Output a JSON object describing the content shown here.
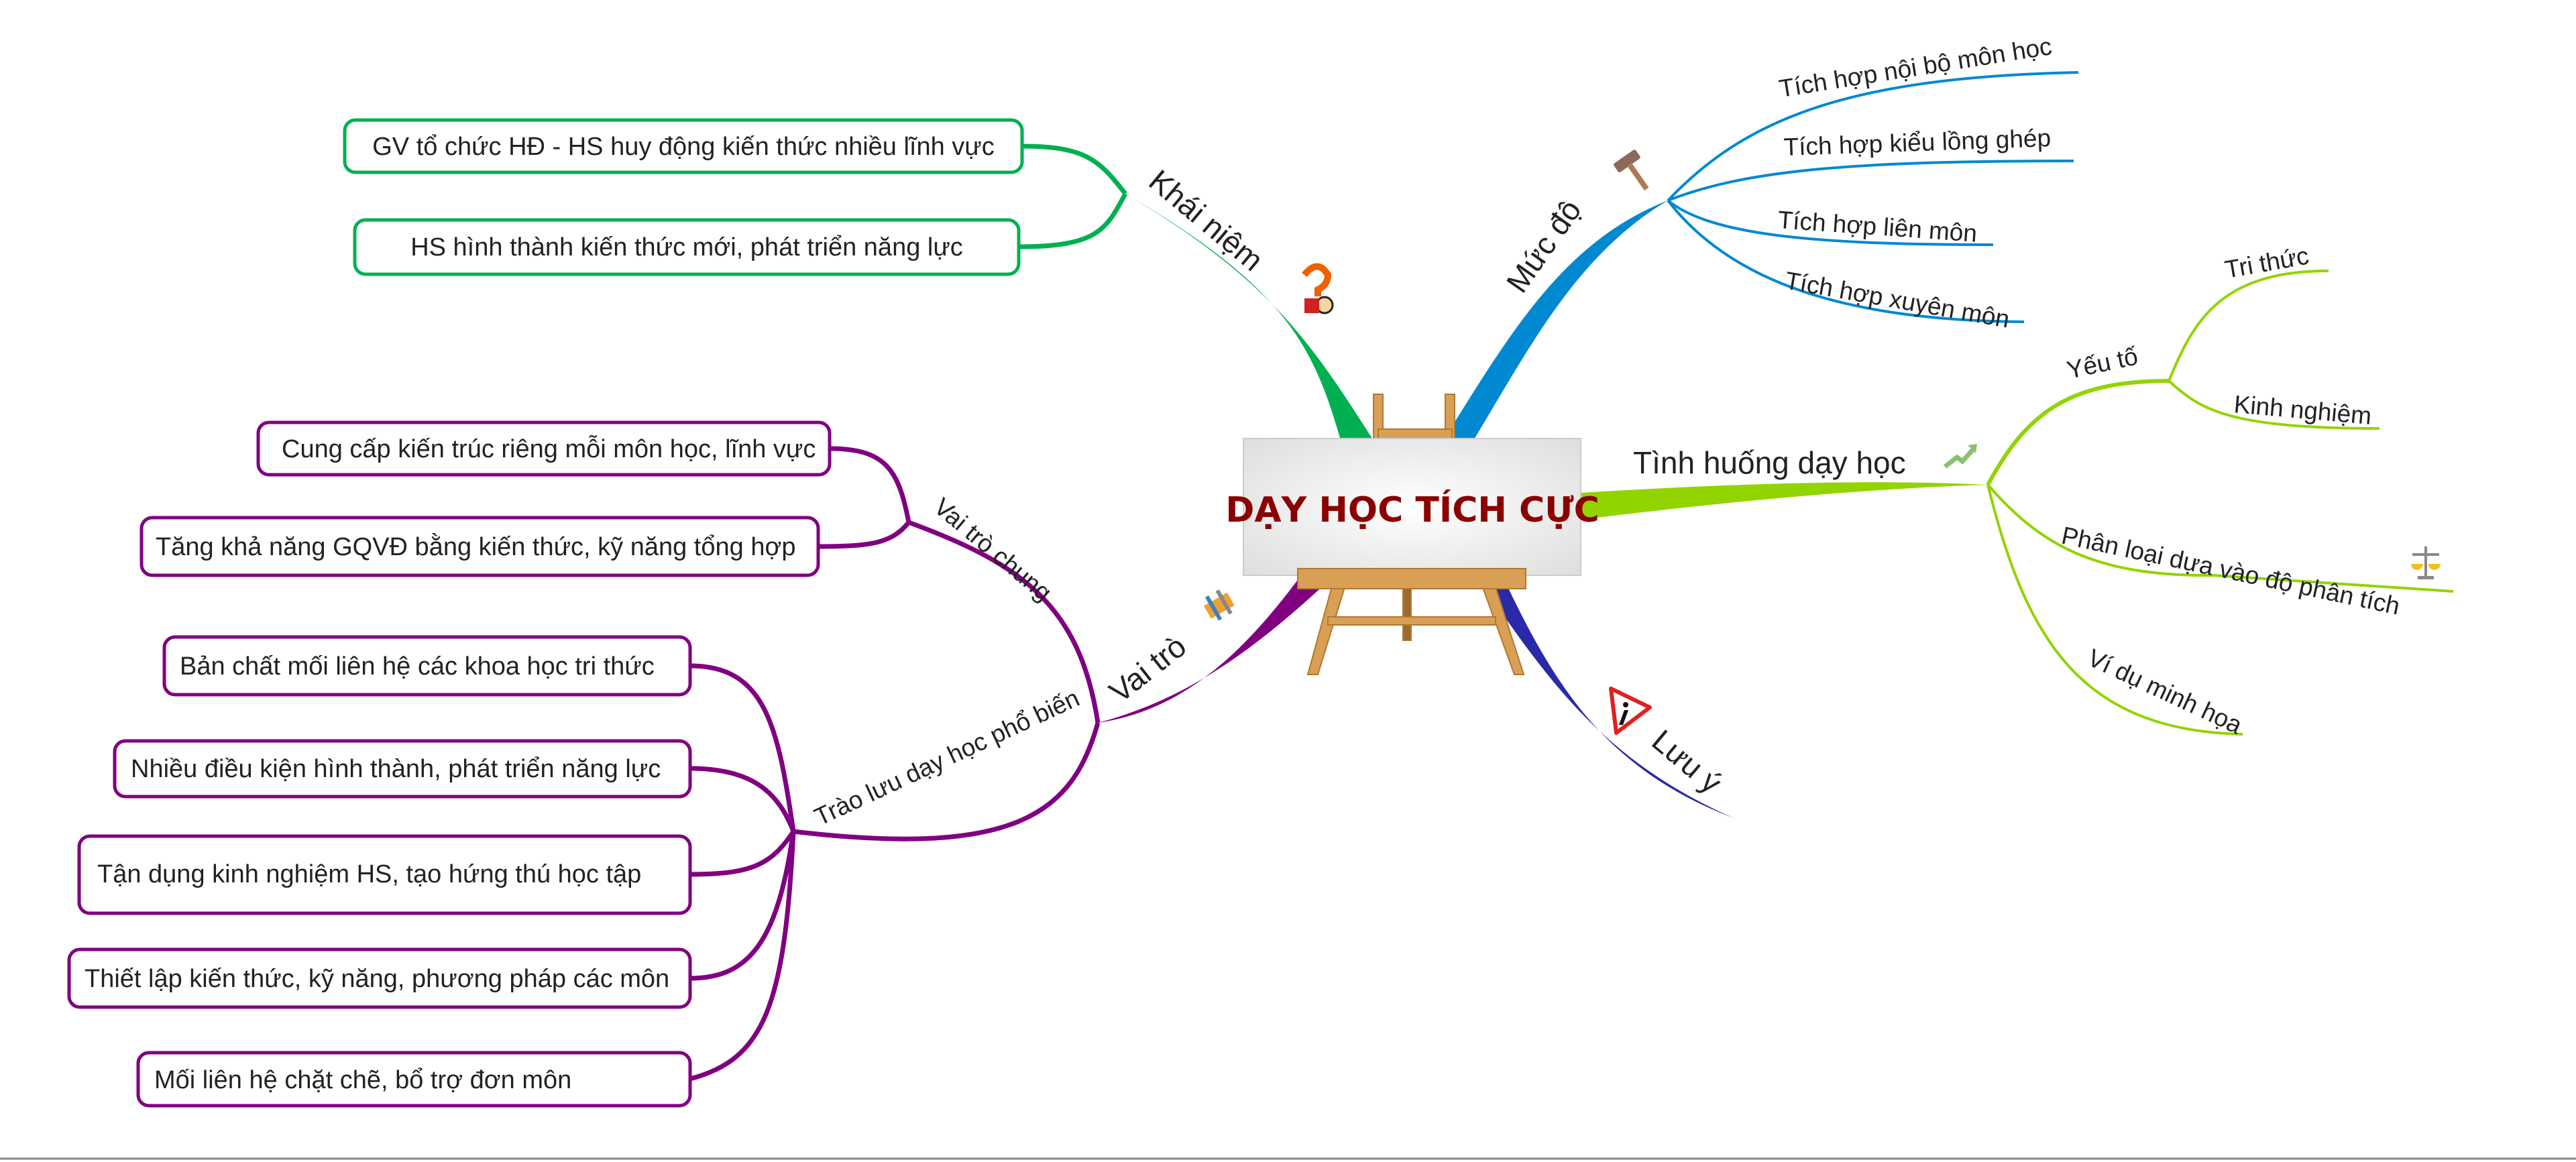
{
  "center": {
    "title": "DẠY HỌC TÍCH CỰC"
  },
  "colors": {
    "khai_niem": "#00b050",
    "muc_do": "#0088d1",
    "tinh_huong": "#92d400",
    "luu_y": "#2a2aa8",
    "vai_tro": "#800080",
    "title": "#8b0000"
  },
  "branches": {
    "khai_niem": {
      "label": "Khái niệm",
      "icon": "question-person-icon",
      "items": [
        "GV tổ chức HĐ - HS huy động kiến thức nhiều lĩnh vực",
        "HS hình thành kiến thức mới, phát triển năng lực"
      ]
    },
    "muc_do": {
      "label": "Mức độ",
      "icon": "hammer-icon",
      "items": [
        "Tích hợp nội bộ môn học",
        "Tích hợp kiểu lồng ghép",
        "Tích hợp liên môn",
        "Tích hợp xuyên môn"
      ]
    },
    "tinh_huong": {
      "label": "Tình huống dạy học",
      "icon": "trend-arrow-icon",
      "yeu_to": {
        "label": "Yếu tố",
        "items": [
          "Tri thức",
          "Kinh nghiệm"
        ]
      },
      "phan_loai": {
        "label": "Phân loại dựa vào độ phân tích",
        "icon": "scales-icon"
      },
      "vi_du": {
        "label": "Ví dụ minh họa"
      }
    },
    "luu_y": {
      "label": "Lưu ý",
      "icon": "warning-icon"
    },
    "vai_tro": {
      "label": "Vai trò",
      "icon": "tools-icon",
      "chung": {
        "label": "Vai trò chung",
        "items": [
          "Cung cấp kiến trúc riêng mỗi môn học, lĩnh vực",
          "Tăng khả năng GQVĐ bằng kiến thức, kỹ năng tổng hợp"
        ]
      },
      "trao_luu": {
        "label": "Trào lưu dạy học phổ biến",
        "items": [
          "Bản chất mối liên hệ các khoa học tri thức",
          "Nhiều điều kiện hình thành, phát triển năng lực",
          "Tận dụng kinh nghiệm HS, tạo hứng thú học tập",
          "Thiết lập kiến thức, kỹ năng, phương pháp các môn",
          "Mối liên hệ chặt chẽ, bổ trợ đơn môn"
        ]
      }
    }
  }
}
